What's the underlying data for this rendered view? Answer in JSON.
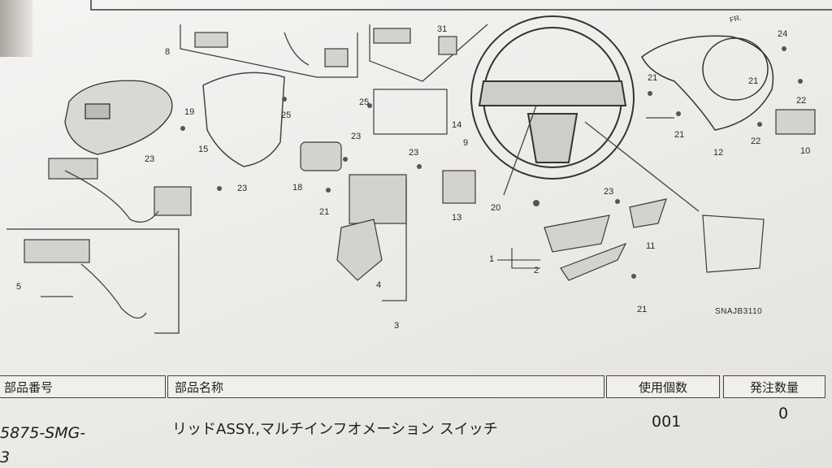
{
  "diagram": {
    "callouts": {
      "c1": "1",
      "c2": "2",
      "c3": "3",
      "c4": "4",
      "c5": "5",
      "c8": "8",
      "c9": "9",
      "c10": "10",
      "c11": "11",
      "c12": "12",
      "c13": "13",
      "c14": "14",
      "c15": "15",
      "c18": "18",
      "c19": "19",
      "c20": "20",
      "c21a": "21",
      "c21b": "21",
      "c21c": "21",
      "c21d": "21",
      "c21e": "21",
      "c22a": "22",
      "c22b": "22",
      "c23a": "23",
      "c23b": "23",
      "c23c": "23",
      "c23d": "23",
      "c23e": "23",
      "c24": "24",
      "c25a": "25",
      "c25b": "25",
      "c31": "31"
    },
    "fr_mark": "FR.",
    "diagram_code": "SNAJB3110"
  },
  "table": {
    "headers": {
      "part_number": "部品番号",
      "part_name": "部品名称",
      "quantity_used": "使用個数",
      "order_quantity": "発注数量"
    },
    "row": {
      "part_number": "5875-SMG-",
      "part_number_suffix": "3",
      "part_name": "リッドASSY.,マルチインフオメーション スイッチ",
      "quantity_used": "001",
      "order_quantity": "0"
    }
  }
}
